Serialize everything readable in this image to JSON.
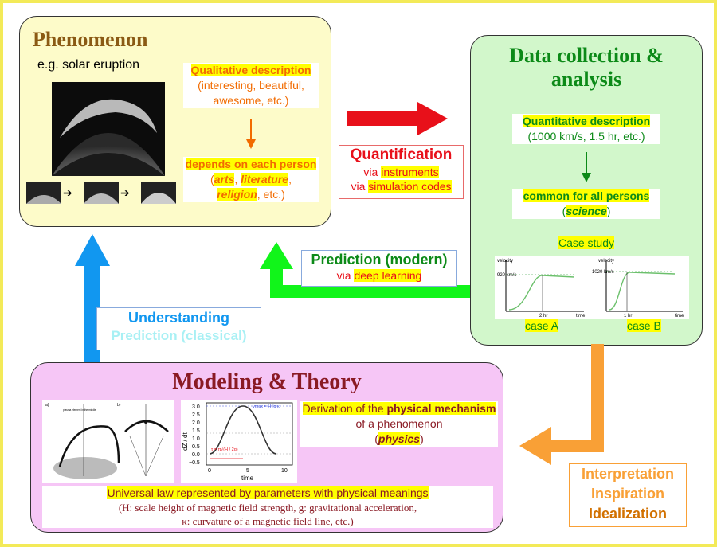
{
  "phenomenon": {
    "title": "Phenomenon",
    "example": "e.g. solar eruption",
    "qual_title": "Qualitative description",
    "qual_detail": "(interesting, beautiful, awesome, etc.)",
    "depends": "depends on each person",
    "depends_detail_1": "arts",
    "depends_detail_2": "literature",
    "depends_detail_3": "religion",
    "depends_detail_4": ", etc.)"
  },
  "data": {
    "title_line1": "Data collection &",
    "title_line2": "analysis",
    "quant_title": "Quantitative description",
    "quant_detail": "(1000 km/s, 1.5 hr, etc.)",
    "common": "common for all persons",
    "science": "science",
    "case_study": "Case study",
    "case_a": {
      "label": "case A",
      "velocity_label": "velocity",
      "value_label": "920 km/s",
      "time_mark": "2 hr",
      "time_label": "time"
    },
    "case_b": {
      "label": "case B",
      "velocity_label": "velocity",
      "value_label": "1020 km/s",
      "time_mark": "1 hr",
      "time_label": "time"
    }
  },
  "quantification": {
    "title": "Quantification",
    "via1_prefix": "via ",
    "via1": "instruments",
    "via2_prefix": "via ",
    "via2": "simulation codes"
  },
  "prediction_modern": {
    "title": "Prediction (modern)",
    "via_prefix": "via ",
    "via": "deep learning"
  },
  "understanding": {
    "title": "Understanding",
    "subtitle": "Prediction (classical)"
  },
  "modeling": {
    "title": "Modeling & Theory",
    "deriv_prefix": "Derivation of  the ",
    "deriv_bold": "physical mechanism",
    "deriv_line2": "of a phenomenon",
    "physics": "physics",
    "law": "Universal law represented by parameters with physical meanings",
    "law_detail_1": "(H: scale height of magnetic field strength, g: gravitational acceleration,",
    "law_detail_2": "κ: curvature of a magnetic field line, etc.)",
    "graph": {
      "ylabel": "dZ / dt",
      "xlabel": "time",
      "yticks": [
        "3.0",
        "2.5",
        "2.0",
        "1.5",
        "1.0",
        "0.5",
        "0.0",
        "−0.5"
      ],
      "xticks": [
        "0",
        "5",
        "10"
      ],
      "formula": "vmax = H√g κ",
      "tau": "τ = π√(H / 2g)"
    },
    "sketch_labels": {
      "a": "a)",
      "b": "b)",
      "note": "plasma element in the middle of the field line"
    }
  },
  "interpretation": {
    "line1": "Interpretation",
    "line2": "Inspiration",
    "line3": "Idealization"
  },
  "colors": {
    "phenomenon_bg": "#fdfbc9",
    "data_bg": "#d2f7cb",
    "modeling_bg": "#f6c6f6",
    "red_arrow": "#e8101a",
    "green_arrow": "#11f51a",
    "blue_arrow": "#1197f0",
    "orange_arrow": "#f9a036"
  }
}
